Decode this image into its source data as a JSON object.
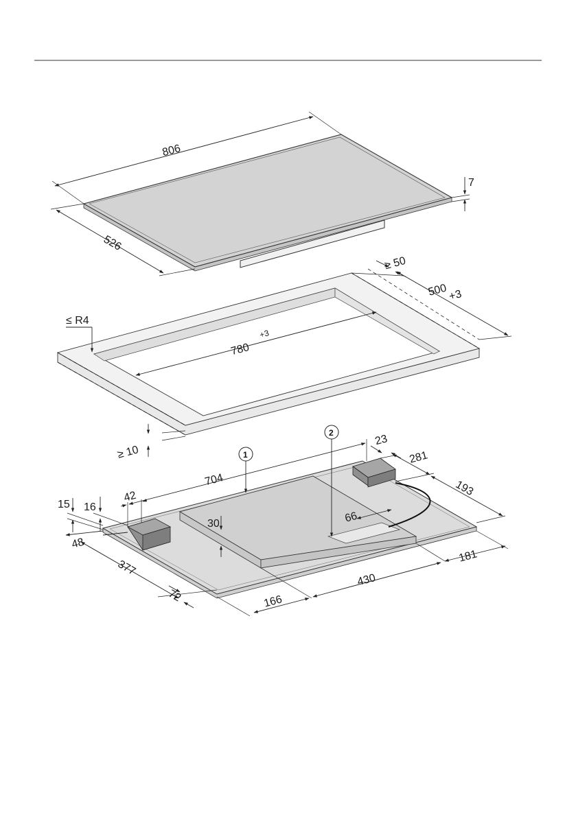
{
  "hob": {
    "width": "806",
    "depth": "526",
    "thickness": "7"
  },
  "cutout": {
    "margin_min": "≥ 50",
    "depth": "500",
    "depth_tol": "+3",
    "width": "780",
    "width_tol": "+3",
    "corner_radius": "≤ R4",
    "clearance_below": "≥ 10"
  },
  "underside": {
    "callout_1": "1",
    "callout_2": "2",
    "width_704": "704",
    "d_23": "23",
    "d_281": "281",
    "d_193": "193",
    "d_42": "42",
    "d_15": "15",
    "d_16": "16",
    "d_30": "30",
    "d_66": "66",
    "d_48": "48",
    "d_377": "377",
    "d_72": "72",
    "d_166": "166",
    "d_430": "430",
    "d_181": "181"
  },
  "colors": {
    "glass": "#d3d3d3",
    "frame": "#eeeeee",
    "block": "#9a9a9a"
  }
}
